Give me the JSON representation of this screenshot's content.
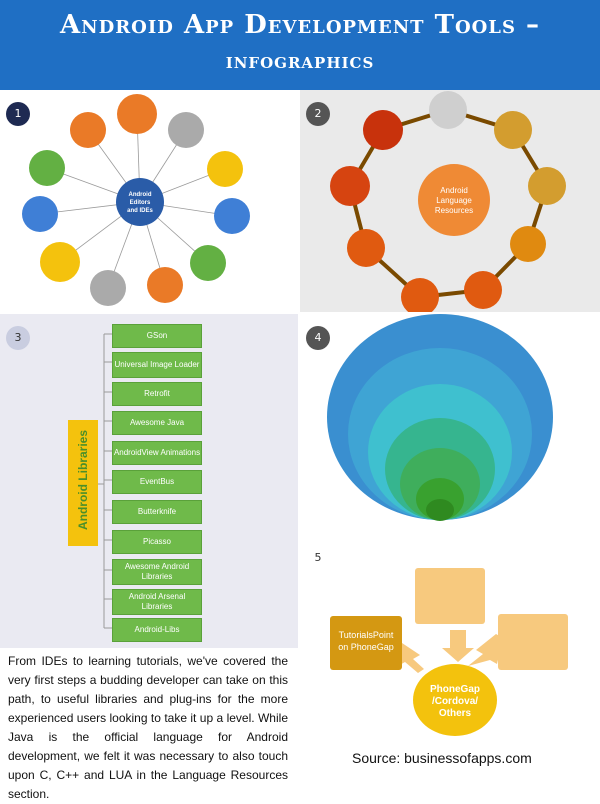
{
  "header": {
    "title_line1": "Android App Development Tools –",
    "title_line2": "infographics"
  },
  "panel1": {
    "number": "1",
    "center": "Android Editors and IDEs",
    "nodes": [
      "",
      "",
      "",
      "",
      "",
      "",
      "",
      "",
      "",
      "",
      "",
      ""
    ]
  },
  "panel2": {
    "number": "2",
    "center": "Android Language Resources",
    "nodes": [
      "",
      "",
      "",
      "",
      "",
      "",
      "",
      "",
      ""
    ]
  },
  "panel3": {
    "number": "3",
    "title": "Android Libraries",
    "items": [
      "GSon",
      "Universal Image Loader",
      "Retrofit",
      "Awesome Java",
      "AndroidView Animations",
      "EventBus",
      "Butterknife",
      "Picasso",
      "Awesome Android Libraries",
      "Android Arsenal Libraries",
      "Android-Libs"
    ]
  },
  "panel4": {
    "number": "4"
  },
  "panel5": {
    "number": "5",
    "center": "PhoneGap /Cordova/ Others",
    "left": "TutorialsPoint on PhoneGap",
    "top": "",
    "right": ""
  },
  "description": "From IDEs to learning tutorials, we've covered the very first steps a budding developer can take on this path, to useful libraries and plug-ins for the more experienced users looking to take it up a level. While Java is the official language for Android development, we felt it was necessary to also touch upon C, C++ and LUA in the Language Resources section.",
  "source": "Source: businessofapps.com"
}
